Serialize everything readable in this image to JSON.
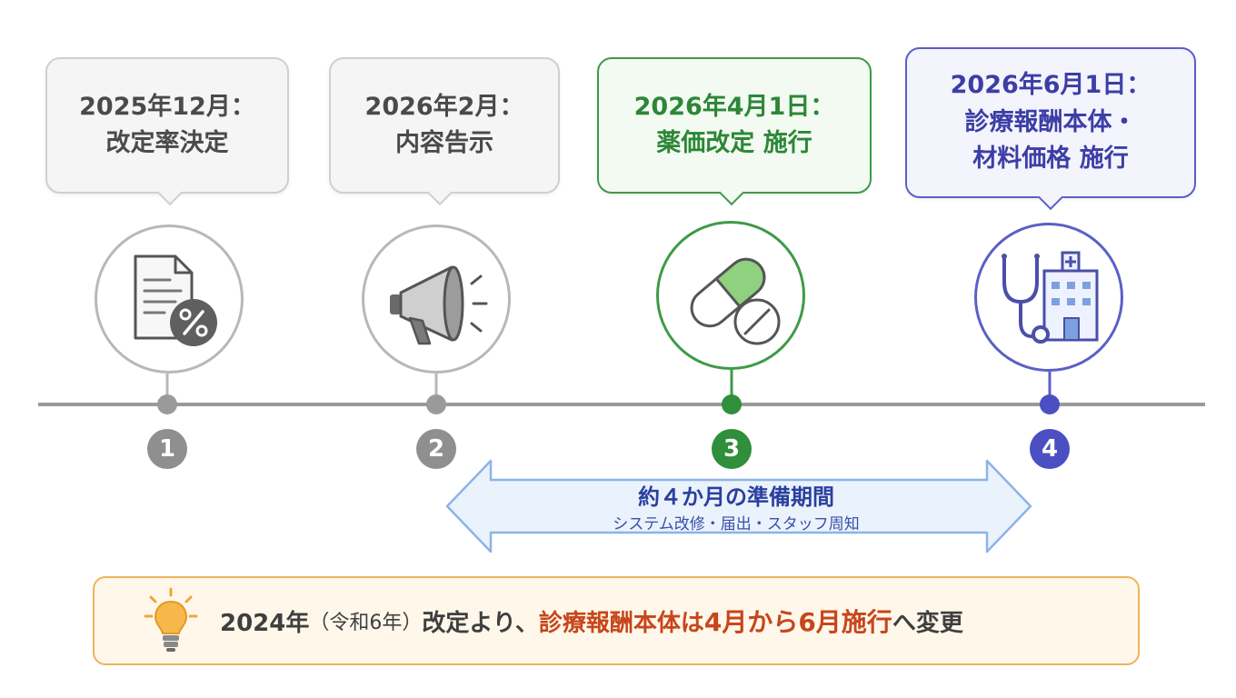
{
  "milestones": [
    {
      "number": "1",
      "date": "2025年12月：",
      "title": "改定率決定",
      "icon": "document-percent-icon"
    },
    {
      "number": "2",
      "date": "2026年2月：",
      "title": "内容告示",
      "icon": "megaphone-icon"
    },
    {
      "number": "3",
      "date": "2026年4月1日：",
      "title": "薬価改定 施行",
      "icon": "pill-tablet-icon"
    },
    {
      "number": "4",
      "date": "2026年6月1日：",
      "title_line1": "診療報酬本体・",
      "title_line2": "材料価格 施行",
      "icon": "stethoscope-hospital-icon"
    }
  ],
  "preparation": {
    "title": "約４か月の準備期間",
    "subtitle": "システム改修・届出・スタッフ周知"
  },
  "note": {
    "part1": "2024年",
    "part2": "（令和6年）",
    "part3": "改定より、",
    "part4": "診療報酬本体は",
    "part5": "4月から6月施行",
    "part6": "へ変更",
    "icon": "lightbulb-icon"
  },
  "colors": {
    "gray": "#9a9a9a",
    "green": "#3e9a47",
    "blue": "#5b5fc7",
    "orange": "#f0b35a",
    "highlight": "#c7461c"
  }
}
